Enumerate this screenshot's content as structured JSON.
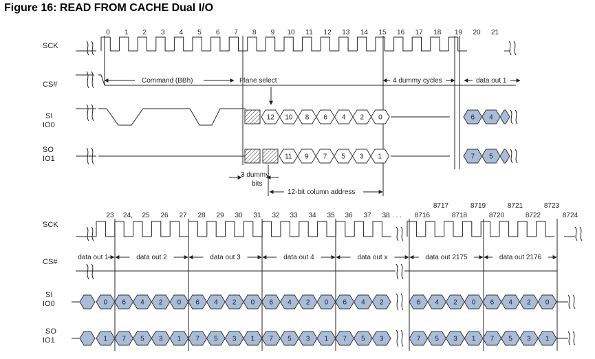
{
  "title": "Figure 16: READ FROM CACHE Dual I/O",
  "colors": {
    "data_fill": "#a9bdd9",
    "line": "#222222",
    "text": "#222222"
  },
  "signals": {
    "sck": "SCK",
    "cs": "CS#",
    "si": "SI",
    "io0": "IO0",
    "so": "SO",
    "io1": "IO1"
  },
  "top_panel": {
    "clock_labels": [
      "0",
      "1",
      "2",
      "3",
      "4",
      "5",
      "6",
      "7",
      "8",
      "9",
      "10",
      "11",
      "12",
      "13",
      "14",
      "15",
      "16",
      "17",
      "18",
      "19",
      "20",
      "21"
    ],
    "cs_annotations": {
      "command": "Command (BBh)",
      "plane_select": "Plane select",
      "dummy_cycles": "4 dummy cycles",
      "data_out_1": "data out 1"
    },
    "io0_address_bits": [
      "12",
      "10",
      "8",
      "6",
      "4",
      "2",
      "0"
    ],
    "io1_address_bits": [
      "11",
      "9",
      "7",
      "5",
      "3",
      "1"
    ],
    "io0_data": [
      "6",
      "4"
    ],
    "io1_data": [
      "7",
      "5"
    ],
    "dummy_bits_line1": "3 dummy",
    "dummy_bits_line2": "bits",
    "column_address": "12-bit column address"
  },
  "bottom_panel": {
    "clock_labels": [
      "23",
      "24,",
      "25",
      "26",
      "27",
      "28",
      "29",
      "30",
      "31",
      "32",
      "33",
      "34",
      "35",
      "36",
      "37",
      "38",
      "8716",
      "8718",
      "8720",
      "8722",
      "8724"
    ],
    "clock_labels_upper": [
      "8717",
      "8719",
      "8721",
      "8723"
    ],
    "gap_dots": ". . . . .",
    "data_out_labels": [
      "data out 1",
      "data out 2",
      "data out 3",
      "data out 4",
      "data out x",
      "data out 2175",
      "data out 2176"
    ],
    "io0_sequence": [
      "0",
      "6",
      "4",
      "2",
      "0",
      "6",
      "4",
      "2",
      "0",
      "6",
      "4",
      "2",
      "0",
      "6",
      "4",
      "2",
      "6",
      "4",
      "2",
      "0",
      "6",
      "4",
      "2",
      "0"
    ],
    "io1_sequence": [
      "1",
      "7",
      "5",
      "3",
      "1",
      "7",
      "5",
      "3",
      "1",
      "7",
      "5",
      "3",
      "1",
      "7",
      "5",
      "3",
      "7",
      "5",
      "3",
      "1",
      "7",
      "5",
      "3",
      "1"
    ]
  }
}
